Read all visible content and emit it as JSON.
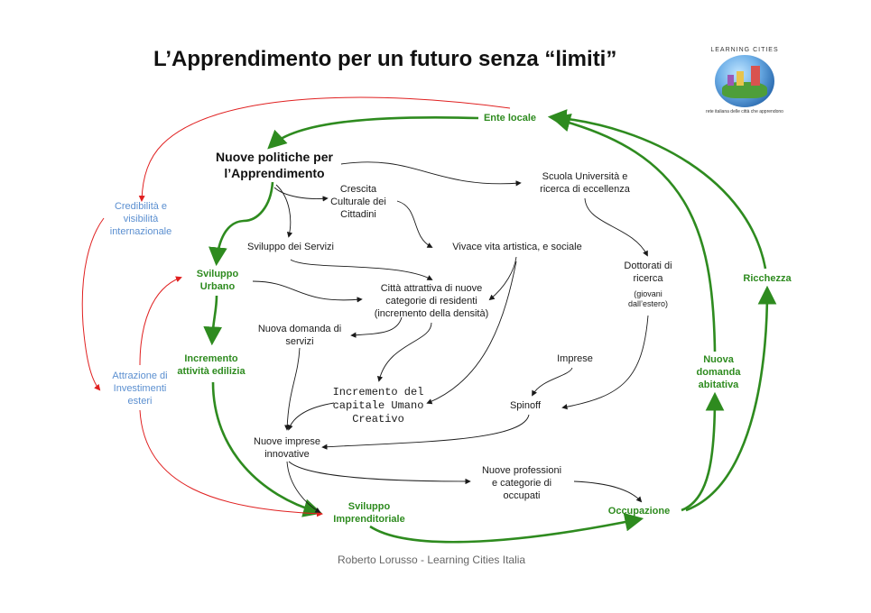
{
  "title": "L’Apprendimento per un futuro senza “limiti”",
  "footer": "Roberto Lorusso - Learning Cities Italia",
  "logo": {
    "top_text": "LEARNING CITIES",
    "bottom_text": "rete italiana delle città che apprendono"
  },
  "colors": {
    "green": "#2e8b1f",
    "red": "#e02020",
    "black": "#1a1a1a",
    "blue_text": "#5b8fd0"
  },
  "nodes": {
    "ente_locale": "Ente locale",
    "nuove_politiche": "Nuove politiche per\nl’Apprendimento",
    "crescita": "Crescita\nCulturale dei\nCittadini",
    "scuola": "Scuola Università e\nricerca di eccellenza",
    "credibilita": "Credibilità e\nvisibilità\ninternazionale",
    "sviluppo_servizi": "Sviluppo dei Servizi",
    "vivace": "Vivace vita artistica, e sociale",
    "dottorati": "Dottorati di\nricerca",
    "giovani": "(giovani\ndall’estero)",
    "sviluppo_urbano": "Sviluppo\nUrbano",
    "citta_attrattiva": "Città attrattiva di nuove\ncategorie di residenti\n(incremento della densità)",
    "ricchezza": "Ricchezza",
    "nuova_domanda_servizi": "Nuova domanda di\nservizi",
    "incremento_edilizia": "Incremento\nattività edilizia",
    "attrazione": "Attrazione di\nInvestimenti\nesteri",
    "imprese": "Imprese",
    "nuova_domanda_abitativa": "Nuova\ndomanda\nabitativa",
    "capitale_umano": "Incremento del\ncapitale Umano\nCreativo",
    "spinoff": "Spinoff",
    "nuove_imprese": "Nuove imprese\ninnovative",
    "nuove_professioni": "Nuove professioni\ne categorie di\noccupati",
    "sviluppo_imprenditoriale": "Sviluppo\nImprenditoriale",
    "occupazione": "Occupazione"
  }
}
